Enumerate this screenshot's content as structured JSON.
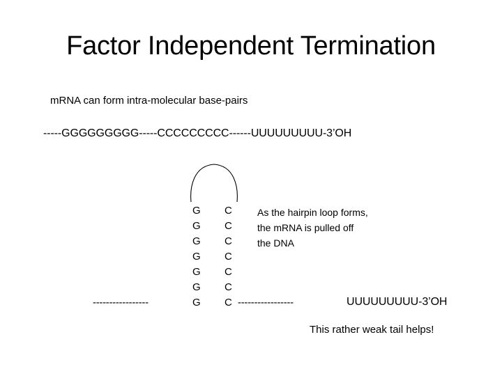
{
  "slide": {
    "title": "Factor Independent Termination",
    "subtitle": "mRNA can form intra-molecular base-pairs",
    "background_color": "#ffffff",
    "text_color": "#000000"
  },
  "sequence": {
    "full_line": "-----GGGGGGGGG-----CCCCCCCCC------UUUUUUUUU-3’OH",
    "leader_dashes": "-----",
    "g_run": "GGGGGGGGG",
    "spacer_dashes": "-----",
    "c_run": "CCCCCCCCC",
    "trailer_dashes": "------",
    "u_run": "UUUUUUUUU",
    "terminus": "-3’OH"
  },
  "hairpin": {
    "loop_label": "hairpin-loop-arch",
    "base_pairs": [
      {
        "left": "G",
        "right": "C"
      },
      {
        "left": "G",
        "right": "C"
      },
      {
        "left": "G",
        "right": "C"
      },
      {
        "left": "G",
        "right": "C"
      },
      {
        "left": "G",
        "right": "C"
      },
      {
        "left": "G",
        "right": "C"
      },
      {
        "left": "G",
        "right": "C"
      }
    ]
  },
  "annotation": {
    "line1": "As the hairpin loop forms,",
    "line2": "the mRNA is pulled off",
    "line3": "the DNA"
  },
  "strands": {
    "left_dashes": "-----------------",
    "right_dashes": "-----------------",
    "tail": "UUUUUUUUU-3’OH"
  },
  "caption": {
    "text": "This rather weak tail helps!"
  }
}
